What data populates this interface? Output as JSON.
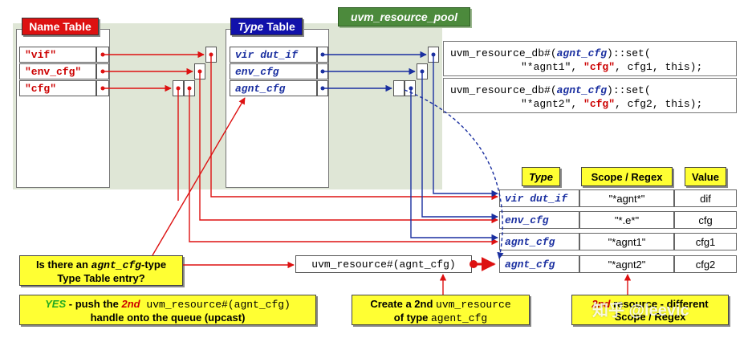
{
  "pool": {
    "label": "uvm_resource_pool"
  },
  "name_table": {
    "title": "Name Table",
    "rows": [
      "\"vif\"",
      "\"env_cfg\"",
      "\"cfg\""
    ]
  },
  "type_table": {
    "title_italic": "Type",
    "title_rest": " Table",
    "rows": [
      "vir dut_if",
      "env_cfg",
      "agnt_cfg"
    ]
  },
  "code": {
    "line1": {
      "pre": "uvm_resource_db#(",
      "type": "agnt_cfg",
      "mid": ")::set(",
      "name": "\"*agnt1\"",
      "sep": ", ",
      "field": "\"cfg\"",
      "post": ", cfg1, this);"
    },
    "line2": {
      "pre": "uvm_resource_db#(",
      "type": "agnt_cfg",
      "mid": ")::set(",
      "name": "\"*agnt2\"",
      "sep": ", ",
      "field": "\"cfg\"",
      "post": ", cfg2, this);"
    }
  },
  "resource_table": {
    "headers": [
      "Type",
      "Scope / Regex",
      "Value"
    ],
    "rows": [
      {
        "type": "vir dut_if",
        "scope": "\"*agnt*\"",
        "value": "dif"
      },
      {
        "type": "env_cfg",
        "scope": "\"*.e*\"",
        "value": "cfg"
      },
      {
        "type": "agnt_cfg",
        "scope": "\"*agnt1\"",
        "value": "cfg1"
      },
      {
        "type": "agnt_cfg",
        "scope": "\"*agnt2\"",
        "value": "cfg2"
      }
    ]
  },
  "handle": {
    "label": "uvm_resource#(agnt_cfg)"
  },
  "notes": {
    "question": {
      "pre": "Is there an ",
      "code": "agnt_cfg",
      "post": "-type",
      "line2": "Type Table entry?"
    },
    "yes": {
      "yes": "YES",
      "pre": " - push the ",
      "nth": "2nd",
      "code": "uvm_resource#(agnt_cfg)",
      "line2": "handle onto the queue (upcast)"
    },
    "create": {
      "pre": "Create a 2nd ",
      "code": "uvm_resource",
      "line2pre": "of type ",
      "line2code": "agent_cfg"
    },
    "scope": {
      "nth": "2nd",
      "line1": " resource - different",
      "line2": "Scope / Regex"
    }
  },
  "watermark": "知乎 @leevic"
}
